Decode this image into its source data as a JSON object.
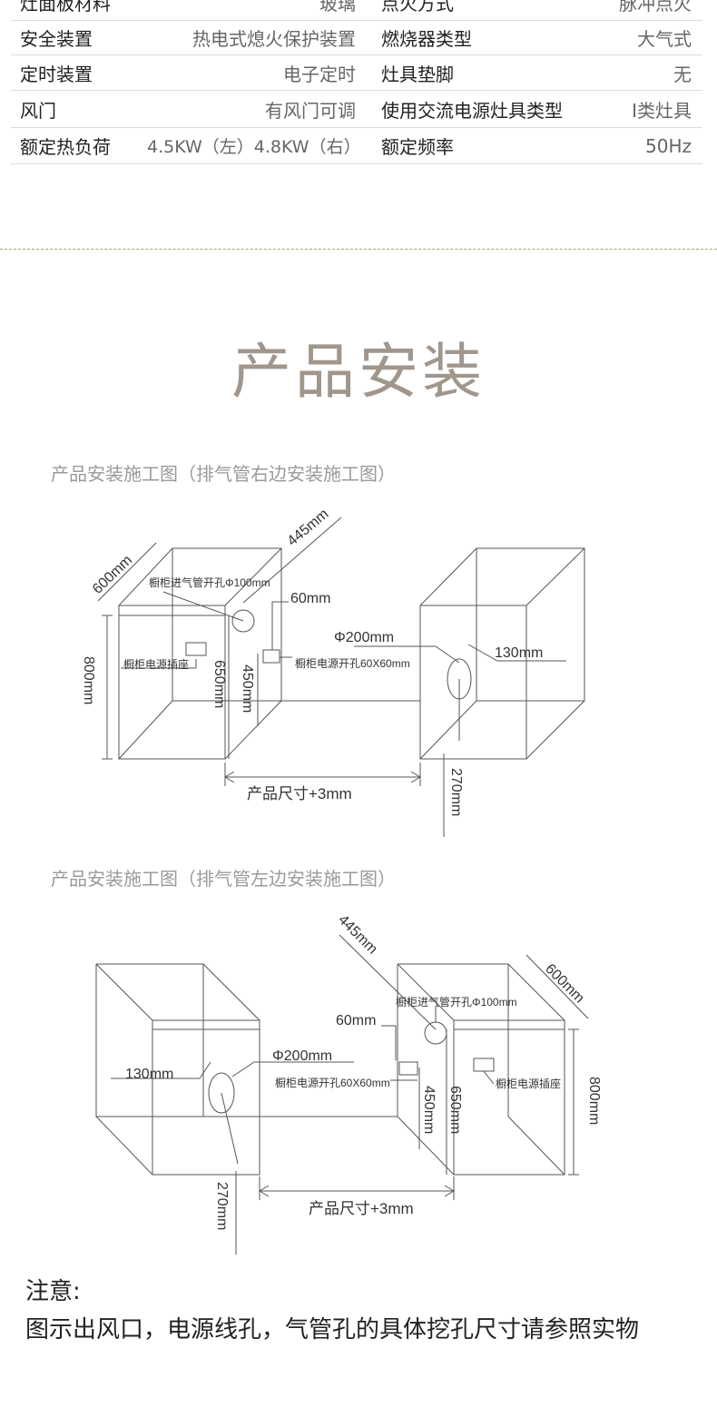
{
  "specs": [
    {
      "l1": "灶面板材料",
      "v1": "玻璃",
      "l2": "点火方式",
      "v2": "脉冲点火"
    },
    {
      "l1": "安全装置",
      "v1": "热电式熄火保护装置",
      "l2": "燃烧器类型",
      "v2": "大气式"
    },
    {
      "l1": "定时装置",
      "v1": "电子定时",
      "l2": "灶具垫脚",
      "v2": "无"
    },
    {
      "l1": "风门",
      "v1": "有风门可调",
      "l2": "使用交流电源灶具类型",
      "v2": "Ⅰ类灶具"
    },
    {
      "l1": "额定热负荷",
      "v1": "4.5KW（左）4.8KW（右）",
      "l2": "额定频率",
      "v2": "50Hz"
    }
  ],
  "section_title": "产品安装",
  "diagram_right": {
    "caption": "产品安装施工图（排气管右边安装施工图）",
    "labels": {
      "d600": "600mm",
      "d445": "445mm",
      "intake": "橱柜进气管开孔Φ100mm",
      "d60": "60mm",
      "d200": "Φ200mm",
      "d130": "130mm",
      "d800": "800mm",
      "socket": "橱柜电源插座",
      "d650": "650mm",
      "d450": "450mm",
      "power_hole": "橱柜电源开孔60X60mm",
      "size": "产品尺寸+3mm",
      "d270": "270mm"
    }
  },
  "diagram_left": {
    "caption": "产品安装施工图（排气管左边安装施工图）",
    "labels": {
      "d445": "445mm",
      "d600": "600mm",
      "intake": "橱柜进气管开孔Φ100mm",
      "d60": "60mm",
      "d200": "Φ200mm",
      "d130": "130mm",
      "power_hole": "橱柜电源开孔60X60mm",
      "socket": "橱柜电源插座",
      "d800": "800mm",
      "d450": "450mm",
      "d650": "650mm",
      "size": "产品尺寸+3mm",
      "d270": "270mm"
    }
  },
  "note": {
    "title": "注意:",
    "text": "图示出风口，电源线孔，气管孔的具体挖孔尺寸请参照实物"
  },
  "colors": {
    "title": "#a1968c",
    "divider": "#a9a27a",
    "caption": "#9a9a9a"
  }
}
